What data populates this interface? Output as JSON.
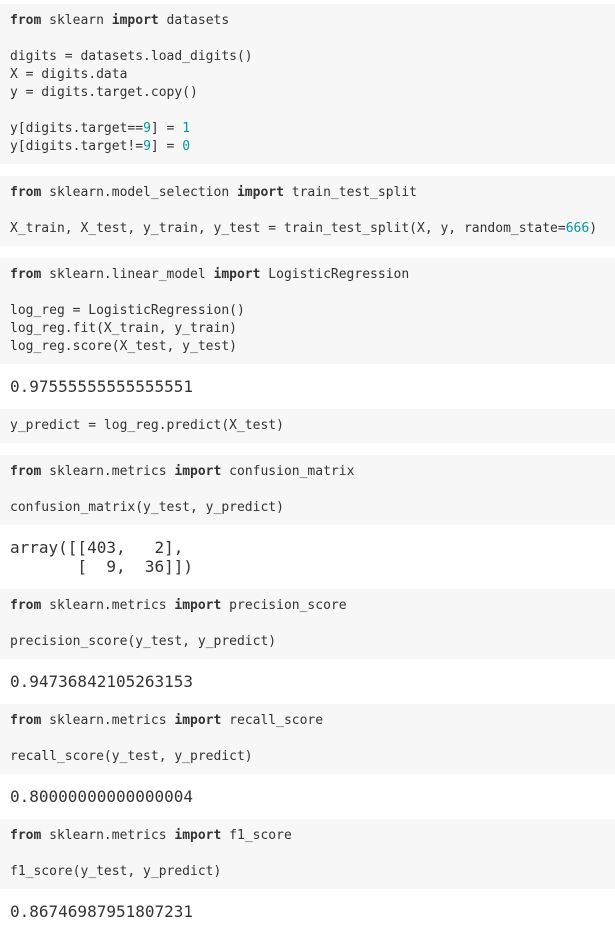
{
  "style": {
    "page_background": "#ffffff",
    "code_background": "#f7f7f7",
    "text_color": "#333333",
    "keyword_color": "#333333",
    "number_color": "#009999"
  },
  "blocks": [
    {
      "type": "code",
      "lines": [
        [
          [
            "k",
            "from"
          ],
          [
            "p",
            " sklearn "
          ],
          [
            "k",
            "import"
          ],
          [
            "p",
            " datasets"
          ]
        ],
        [],
        [
          [
            "p",
            "digits = datasets.load_digits()"
          ]
        ],
        [
          [
            "p",
            "X = digits.data"
          ]
        ],
        [
          [
            "p",
            "y = digits.target.copy()"
          ]
        ],
        [],
        [
          [
            "p",
            "y[digits.target=="
          ],
          [
            "n",
            "9"
          ],
          [
            "p",
            "] = "
          ],
          [
            "n",
            "1"
          ]
        ],
        [
          [
            "p",
            "y[digits.target!="
          ],
          [
            "n",
            "9"
          ],
          [
            "p",
            "] = "
          ],
          [
            "n",
            "0"
          ]
        ]
      ]
    },
    {
      "type": "code",
      "lines": [
        [
          [
            "k",
            "from"
          ],
          [
            "p",
            " sklearn.model_selection "
          ],
          [
            "k",
            "import"
          ],
          [
            "p",
            " train_test_split"
          ]
        ],
        [],
        [
          [
            "p",
            "X_train, X_test, y_train, y_test = train_test_split(X, y, random_state="
          ],
          [
            "n",
            "666"
          ],
          [
            "p",
            ")"
          ]
        ]
      ]
    },
    {
      "type": "code",
      "lines": [
        [
          [
            "k",
            "from"
          ],
          [
            "p",
            " sklearn.linear_model "
          ],
          [
            "k",
            "import"
          ],
          [
            "p",
            " LogisticRegression"
          ]
        ],
        [],
        [
          [
            "p",
            "log_reg = LogisticRegression()"
          ]
        ],
        [
          [
            "p",
            "log_reg.fit(X_train, y_train)"
          ]
        ],
        [
          [
            "p",
            "log_reg.score(X_test, y_test)"
          ]
        ]
      ]
    },
    {
      "type": "output",
      "lines": [
        "0.97555555555555551"
      ]
    },
    {
      "type": "code",
      "lines": [
        [
          [
            "p",
            "y_predict = log_reg.predict(X_test)"
          ]
        ]
      ]
    },
    {
      "type": "code",
      "lines": [
        [
          [
            "k",
            "from"
          ],
          [
            "p",
            " sklearn.metrics "
          ],
          [
            "k",
            "import"
          ],
          [
            "p",
            " confusion_matrix"
          ]
        ],
        [],
        [
          [
            "p",
            "confusion_matrix(y_test, y_predict)"
          ]
        ]
      ]
    },
    {
      "type": "output",
      "lines": [
        "array([[403,   2],",
        "       [  9,  36]])"
      ]
    },
    {
      "type": "code",
      "lines": [
        [
          [
            "k",
            "from"
          ],
          [
            "p",
            " sklearn.metrics "
          ],
          [
            "k",
            "import"
          ],
          [
            "p",
            " precision_score"
          ]
        ],
        [],
        [
          [
            "p",
            "precision_score(y_test, y_predict)"
          ]
        ]
      ]
    },
    {
      "type": "output",
      "lines": [
        "0.94736842105263153"
      ]
    },
    {
      "type": "code",
      "lines": [
        [
          [
            "k",
            "from"
          ],
          [
            "p",
            " sklearn.metrics "
          ],
          [
            "k",
            "import"
          ],
          [
            "p",
            " recall_score"
          ]
        ],
        [],
        [
          [
            "p",
            "recall_score(y_test, y_predict)"
          ]
        ]
      ]
    },
    {
      "type": "output",
      "lines": [
        "0.80000000000000004"
      ]
    },
    {
      "type": "code",
      "lines": [
        [
          [
            "k",
            "from"
          ],
          [
            "p",
            " sklearn.metrics "
          ],
          [
            "k",
            "import"
          ],
          [
            "p",
            " f1_score"
          ]
        ],
        [],
        [
          [
            "p",
            "f1_score(y_test, y_predict)"
          ]
        ]
      ]
    },
    {
      "type": "output",
      "lines": [
        "0.86746987951807231"
      ]
    }
  ]
}
